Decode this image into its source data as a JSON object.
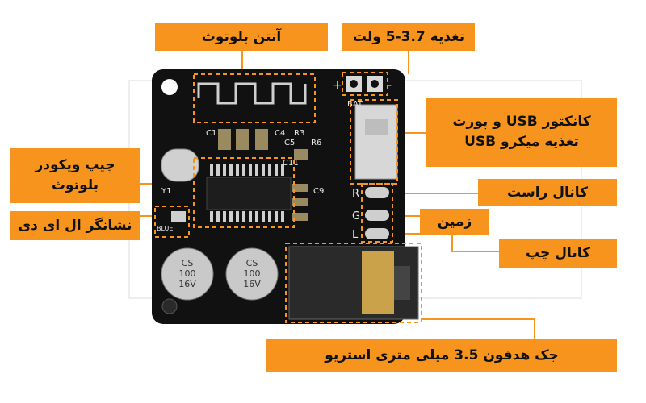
{
  "labels": {
    "antenna": "آنتن بلوتوث",
    "power": "تغذیه 3.7-5 ولت",
    "usb_line1": "کانکتور USB و پورت",
    "usb_line2": "تغذیه میکرو USB",
    "decoder_line1": "چیپ ویکودر",
    "decoder_line2": "بلوتوث",
    "led": "نشانگر ال ای دی",
    "right_channel": "کانال راست",
    "ground": "زمین",
    "left_channel": "کانال چپ",
    "jack": "جک هدفون 3.5 میلی متری استریو"
  },
  "silkscreen": {
    "plus": "+",
    "minus": "-",
    "bat": "BAT",
    "c1": "C1",
    "c4": "C4",
    "c5": "C5",
    "r3": "R3",
    "r6": "R6",
    "c11": "C11",
    "c9": "C9",
    "r": "R",
    "l": "L",
    "g": "G",
    "y1": "Y1",
    "blue": "BLUE",
    "cap1_a": "CS",
    "cap1_b": "100",
    "cap1_c": "16V",
    "cap2_a": "CS",
    "cap2_b": "100",
    "cap2_c": "16V"
  },
  "colors": {
    "label_bg": "#f7941d",
    "leader": "#f7941d",
    "board": "#111111"
  }
}
